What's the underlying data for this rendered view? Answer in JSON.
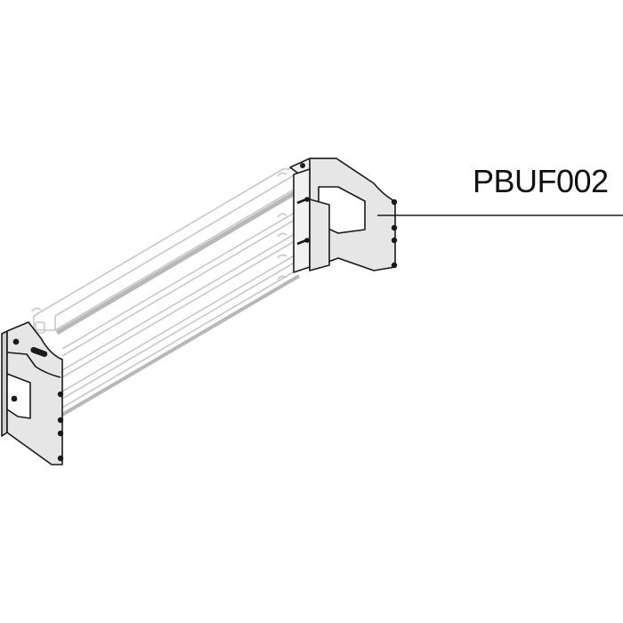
{
  "diagram": {
    "type": "technical-illustration",
    "subject": "busbar support assembly with two end brackets and five horizontal bars",
    "callout": {
      "label": "PBUF002",
      "points_to": "right-end-bracket"
    },
    "components": [
      {
        "id": "left-end-bracket",
        "description": "front end bracket plate with slot, window cut-out and mounting holes"
      },
      {
        "id": "right-end-bracket",
        "description": "rear end bracket with rectangular window cut-out and mounting holes"
      },
      {
        "id": "busbars",
        "count": 5,
        "description": "horizontal bars spanning between the brackets (ghosted)"
      }
    ]
  },
  "colors": {
    "background": "#ffffff",
    "outline": "#1a1a1a",
    "plate_fill": "#e6e6e6",
    "ghost_line": "#c8c8c8",
    "ghost_dark": "#b0b0b0"
  }
}
